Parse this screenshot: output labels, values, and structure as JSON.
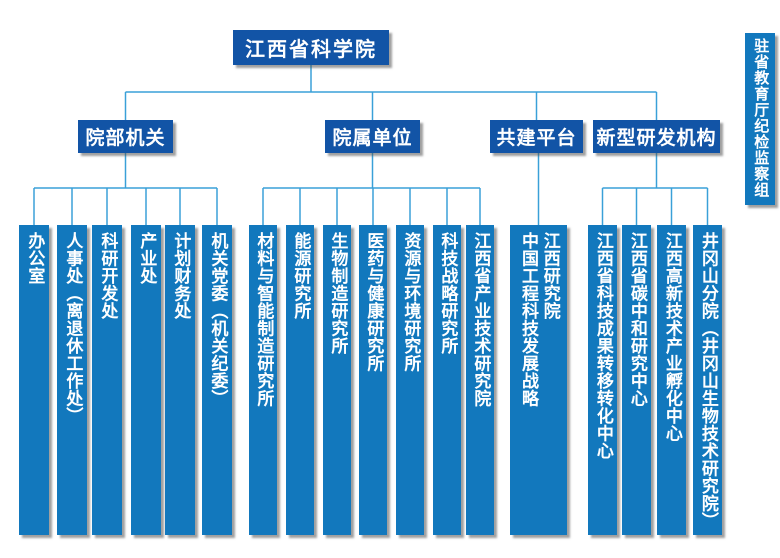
{
  "colors": {
    "box_dark_blue": "#1254a6",
    "box_light_blue": "#1278bd",
    "connector_blue": "#3aa0d8",
    "text_white": "#ffffff",
    "background": "#ffffff"
  },
  "root": {
    "label": "江西省科学院"
  },
  "side_box": {
    "label": "驻省教育厅纪检监察组"
  },
  "groups": [
    {
      "label": "院部机关",
      "children": [
        "办公室",
        "人事处（离退休工作处）",
        "科研开发处",
        "产业处",
        "计划财务处",
        "机关党委（机关纪委）"
      ]
    },
    {
      "label": "院属单位",
      "children": [
        "材料与智能制造研究所",
        "能源研究所",
        "生物制造研究所",
        "医药与健康研究所",
        "资源与环境研究所",
        "科技战略研究所",
        "江西省产业技术研究院"
      ]
    },
    {
      "label": "共建平台",
      "children": [
        {
          "full_name": "中国工程科技发展战略江西研究院",
          "lines": [
            "中国工程科技发展战略",
            "江西研究院"
          ]
        }
      ]
    },
    {
      "label": "新型研发机构",
      "children": [
        "江西省科技成果转移转化中心",
        "江西省碳中和研究中心",
        "江西高新技术产业孵化中心",
        "井冈山分院（井冈山生物技术研究院）"
      ]
    }
  ]
}
